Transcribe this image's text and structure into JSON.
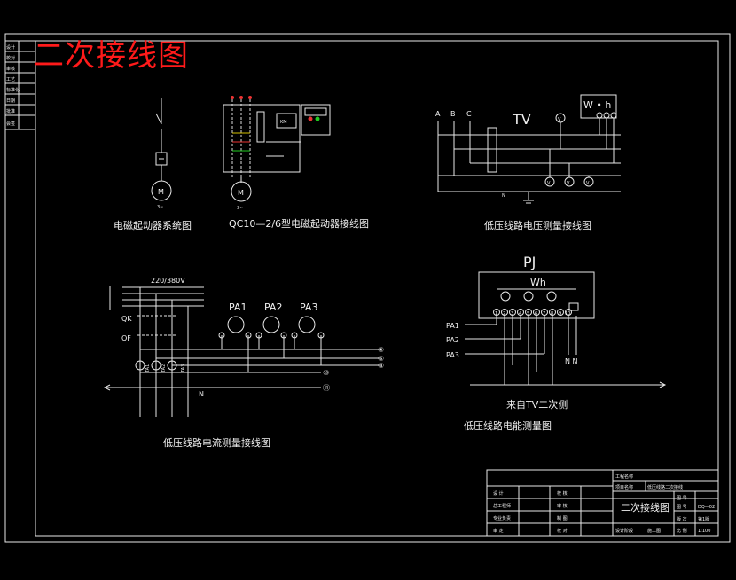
{
  "sheet_title": "二次接线图",
  "left_strip": [
    "设计",
    "校对",
    "审核",
    "工艺",
    "标准化",
    "日期",
    "批准",
    "会签"
  ],
  "d1": {
    "caption": "电磁起动器系统图",
    "motor": "M",
    "motor_sub": "3~"
  },
  "d2": {
    "caption": "QC10—2/6型电磁起动器接线图",
    "motor": "M",
    "motor_sub": "3~",
    "km": "KM"
  },
  "d3": {
    "caption": "低压线路电压测量接线图",
    "phases": [
      "A",
      "B",
      "C"
    ],
    "tv": "TV",
    "wh": "W • h",
    "neutral": "N",
    "meter": "V"
  },
  "d4": {
    "caption": "低压线路电流测量接线图",
    "voltage": "220/380V",
    "qk": "QK",
    "qf": "QF",
    "ta": [
      "TA1",
      "TA2",
      "TA3"
    ],
    "pa": [
      "PA1",
      "PA2",
      "PA3"
    ],
    "terminals": [
      "④",
      "⑥",
      "⑧",
      "⑩",
      "⑪"
    ],
    "neutral": "N"
  },
  "d5": {
    "caption": "低压线路电能测量图",
    "pj": "PJ",
    "wh": "Wh",
    "pa": [
      "PA1",
      "PA2",
      "PA3"
    ],
    "terminals": [
      "1",
      "2",
      "3",
      "4",
      "5",
      "6",
      "7",
      "8",
      "9",
      "10"
    ],
    "nn": "N N",
    "from_tv": "来自TV二次侧"
  },
  "title_block": {
    "project": "工程名称",
    "item": "项目名称",
    "item_value": "低压线路二次接线",
    "drawing_name": "二次接线图",
    "rows": [
      {
        "a": "设 计",
        "b": "校 核"
      },
      {
        "a": "总工程师",
        "b": "审 核"
      },
      {
        "a": "专业负责",
        "b": "制 图"
      },
      {
        "a": "审 定",
        "b": "校 对"
      }
    ],
    "right": [
      {
        "k": "图 号",
        "v": ""
      },
      {
        "k": "图 号",
        "v": "DQ—02"
      },
      {
        "k": "版 次",
        "v": "第1版"
      },
      {
        "k": "比 例",
        "v": "1:100"
      }
    ],
    "date_label": "设计阶段",
    "stage": "施工图"
  }
}
